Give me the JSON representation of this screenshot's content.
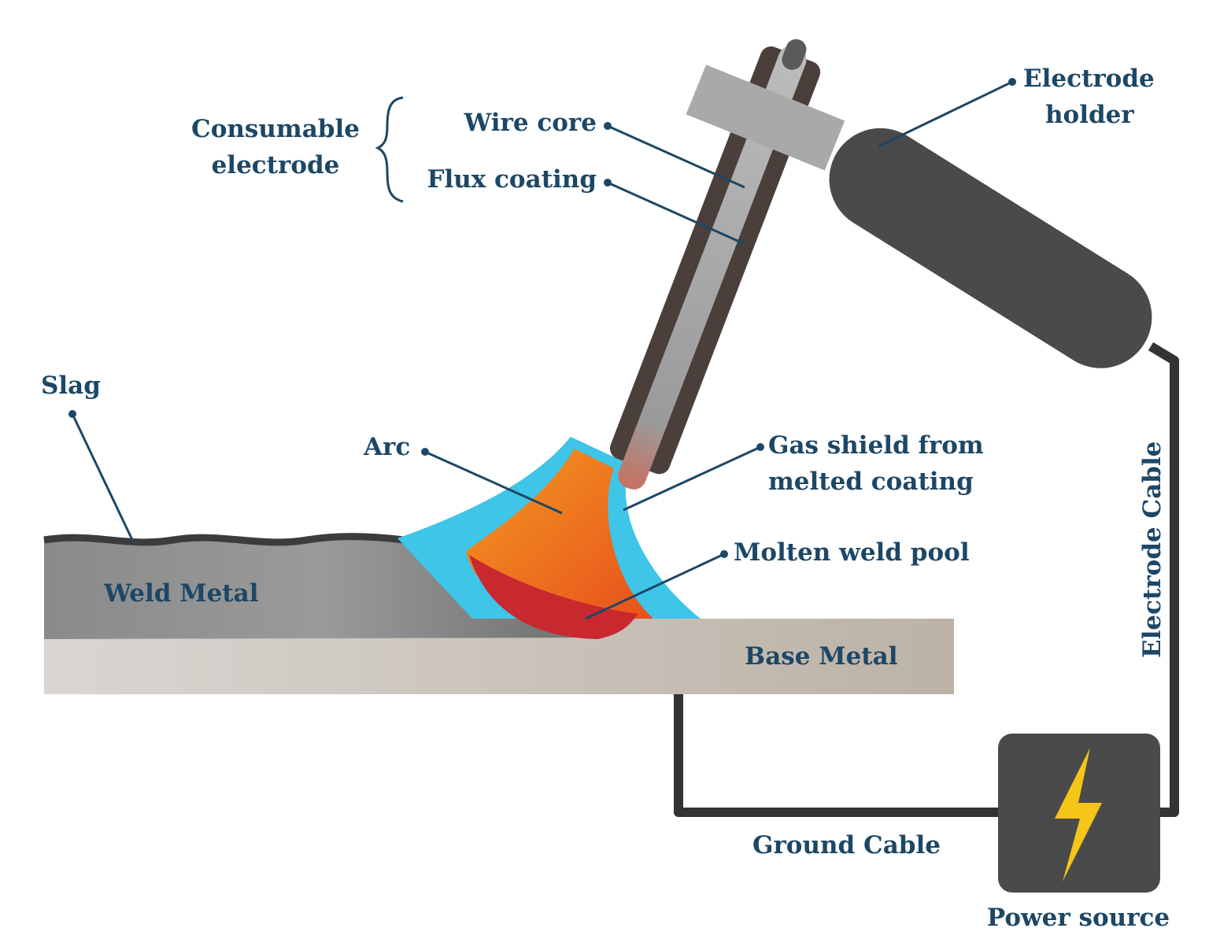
{
  "labels": {
    "consumable_line1": "Consumable",
    "consumable_line2": "electrode",
    "wire_core": "Wire core",
    "flux_coating": "Flux coating",
    "electrode_holder_line1": "Electrode",
    "electrode_holder_line2": "holder",
    "slag": "Slag",
    "arc": "Arc",
    "gas_shield_line1": "Gas shield from",
    "gas_shield_line2": "melted coating",
    "molten_pool": "Molten weld pool",
    "weld_metal": "Weld Metal",
    "base_metal": "Base Metal",
    "electrode_cable": "Electrode Cable",
    "ground_cable": "Ground Cable",
    "power_source": "Power source"
  },
  "colors": {
    "label_text": "#1d4766",
    "gas_shield": "#3ec5e8",
    "arc_orange": "#f07a1e",
    "molten_red": "#c8282e",
    "weld_metal": "#8d8d8d",
    "base_metal": "#c9c2b8",
    "holder": "#4a4a4a",
    "clamp": "#a9a9a9",
    "lightning": "#f5c518"
  },
  "icons": {
    "power": "lightning-bolt-icon"
  }
}
